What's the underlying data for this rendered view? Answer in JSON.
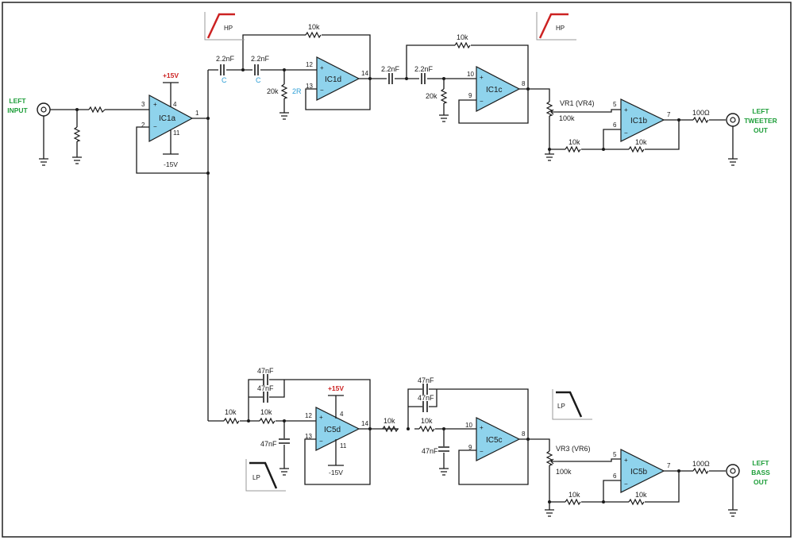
{
  "colors": {
    "opamp_fill": "#8fd3ec",
    "supply_pos": "#cc2222",
    "label_blue": "#2e9fd6",
    "connector_green": "#1e9e3a"
  },
  "connectors": {
    "left_input": {
      "line1": "LEFT",
      "line2": "INPUT"
    },
    "tweeter_out": {
      "line1": "LEFT",
      "line2": "TWEETER",
      "line3": "OUT"
    },
    "bass_out": {
      "line1": "LEFT",
      "line2": "BASS",
      "line3": "OUT"
    }
  },
  "opamps": {
    "ic1a": {
      "name": "IC1a",
      "pin_plus": "3",
      "pin_minus": "2",
      "pin_out": "1",
      "pin_vp": "4",
      "pin_vn": "11",
      "vplus": "+15V",
      "vminus": "-15V"
    },
    "ic1d": {
      "name": "IC1d",
      "pin_plus": "12",
      "pin_minus": "13",
      "pin_out": "14"
    },
    "ic1c": {
      "name": "IC1c",
      "pin_plus": "10",
      "pin_minus": "9",
      "pin_out": "8"
    },
    "ic1b": {
      "name": "IC1b",
      "pin_plus": "5",
      "pin_minus": "6",
      "pin_out": "7"
    },
    "ic5d": {
      "name": "IC5d",
      "pin_plus": "12",
      "pin_minus": "13",
      "pin_out": "14",
      "pin_vp": "4",
      "pin_vn": "11",
      "vplus": "+15V",
      "vminus": "-15V"
    },
    "ic5c": {
      "name": "IC5c",
      "pin_plus": "10",
      "pin_minus": "9",
      "pin_out": "8"
    },
    "ic5b": {
      "name": "IC5b",
      "pin_plus": "5",
      "pin_minus": "6",
      "pin_out": "7"
    }
  },
  "components": {
    "c_hp1": "2.2nF",
    "c_hp2": "2.2nF",
    "c_hp3": "2.2nF",
    "c_hp4": "2.2nF",
    "r_hp_fb1": "10k",
    "r_hp_gnd1": "20k",
    "r_hp_fb2": "10k",
    "r_hp_gnd2": "20k",
    "vr1": "VR1 (VR4)",
    "vr1_val": "100k",
    "r_t1": "10k",
    "r_t2": "10k",
    "r_tout": "100Ω",
    "c_lp1a": "47nF",
    "c_lp1b": "47nF",
    "r_lp1": "10k",
    "r_lp2": "10k",
    "c_lp_gnd1": "47nF",
    "r_lp3": "10k",
    "c_lp2a": "47nF",
    "c_lp2b": "47nF",
    "r_lp4": "10k",
    "c_lp_gnd2": "47nF",
    "vr3": "VR3 (VR6)",
    "vr3_val": "100k",
    "r_b1": "10k",
    "r_b2": "10k",
    "r_bout": "100Ω"
  },
  "annotations": {
    "c1": "C",
    "c2": "C",
    "r2": "2R"
  },
  "filters": {
    "hp1": "HP",
    "hp2": "HP",
    "lp1": "LP",
    "lp2": "LP"
  }
}
